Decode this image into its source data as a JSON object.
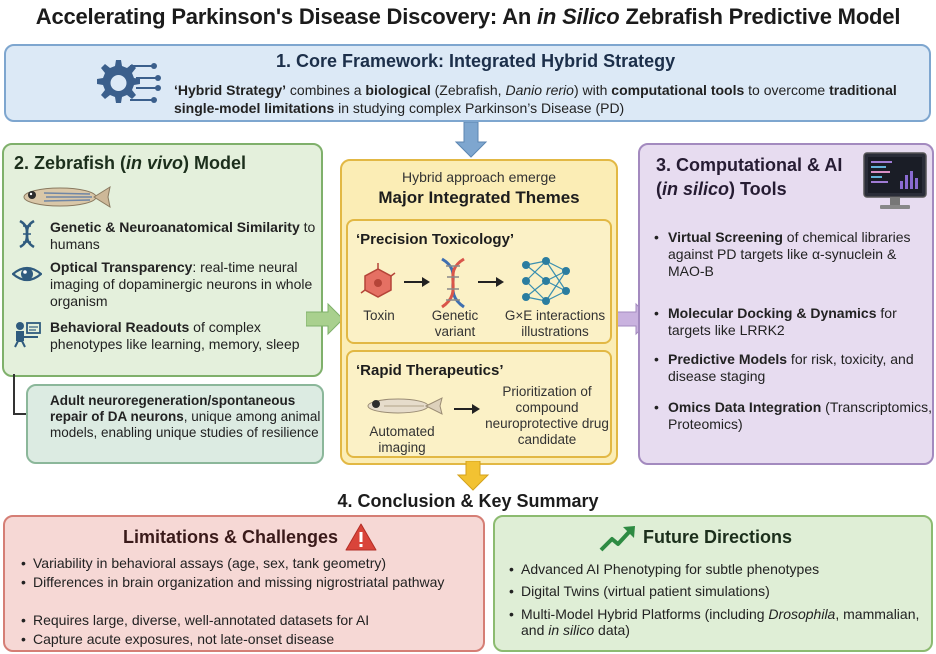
{
  "title": {
    "part1": "Accelerating Parkinson's Disease Discovery: An ",
    "italic": "in Silico",
    "part2": " Zebrafish Predictive Model"
  },
  "framework": {
    "heading": "1. Core Framework: Integrated Hybrid Strategy",
    "t1": "‘Hybrid Strategy’",
    "t2": " combines a ",
    "t3": "biological",
    "t4": " (Zebrafish, ",
    "t5": "Danio rerio",
    "t6": ") with ",
    "t7": "computational tools",
    "t8": " to overcome ",
    "t9": "traditional single-model limitations",
    "t10": " in studying complex Parkinson’s Disease (PD)"
  },
  "zebrafish": {
    "h1": "2. Zebrafish (",
    "h2": "in vivo",
    "h3": ") Model",
    "items": [
      {
        "bold": "Genetic & Neuroanatomical Similarity",
        "rest": " to humans"
      },
      {
        "bold": "Optical Transparency",
        "rest": ": real-time neural imaging of dopaminergic neurons in whole organism"
      },
      {
        "bold": "Behavioral Readouts",
        "rest": " of complex phenotypes like learning, memory, sleep"
      }
    ],
    "regen_bold": "Adult neuroregeneration/spontaneous repair of DA neurons",
    "regen_rest": ", unique among animal models, enabling unique studies of resilience"
  },
  "themes": {
    "subtitle": "Hybrid approach emerge",
    "title": "Major Integrated Themes",
    "precision": {
      "title": "‘Precision Toxicology’",
      "toxin": "Toxin",
      "variant": "Genetic variant",
      "gxe": "G×E interactions illustrations"
    },
    "rapid": {
      "title": "‘Rapid Therapeutics’",
      "imaging": "Automated imaging",
      "prioritization": "Prioritization of compound neuroprotective drug candidate"
    }
  },
  "computational": {
    "h1": "3. Computational & AI",
    "h2a": "(",
    "h2b": "in silico",
    "h2c": ") Tools",
    "items": [
      {
        "bold": "Virtual Screening",
        "rest": " of chemical libraries against PD targets like α-synuclein & MAO-B"
      },
      {
        "bold": "Molecular Docking & Dynamics",
        "rest": " for targets like LRRK2"
      },
      {
        "bold": "Predictive Models",
        "rest": " for risk, toxicity, and disease staging"
      },
      {
        "bold": "Omics Data Integration",
        "rest": " (Transcriptomics, Proteomics)"
      }
    ]
  },
  "conclusion": {
    "heading": "4. Conclusion & Key Summary",
    "limitations": {
      "title": "Limitations & Challenges",
      "items": [
        "Variability in behavioral assays (age, sex, tank geometry)",
        "Differences in brain organization and missing nigrostriatal pathway",
        "Requires large, diverse, well-annotated datasets for AI",
        "Capture acute exposures, not late-onset disease"
      ]
    },
    "future": {
      "title": "Future Directions",
      "items": [
        "Advanced AI Phenotyping for subtle phenotypes",
        "Digital Twins (virtual patient simulations)"
      ],
      "item3_a": "Multi-Model Hybrid Platforms (including ",
      "item3_b": "Drosophila",
      "item3_c": ", mammalian, and ",
      "item3_d": "in silico",
      "item3_e": " data)"
    }
  },
  "colors": {
    "framework": "#dce9f6",
    "zebrafish": "#e4f0dc",
    "themes": "#fbedb5",
    "computational": "#e7dcf0",
    "limitations": "#f6d8d5",
    "future": "#dfeed6"
  },
  "icons": [
    "gear-circuit-icon",
    "dna-icon",
    "eye-icon",
    "behavior-person-icon",
    "zebrafish-illustration",
    "toxin-hexagon-icon",
    "dna-helix-icon",
    "neural-network-icon",
    "computer-monitor-icon",
    "warning-icon",
    "trend-arrow-icon"
  ]
}
